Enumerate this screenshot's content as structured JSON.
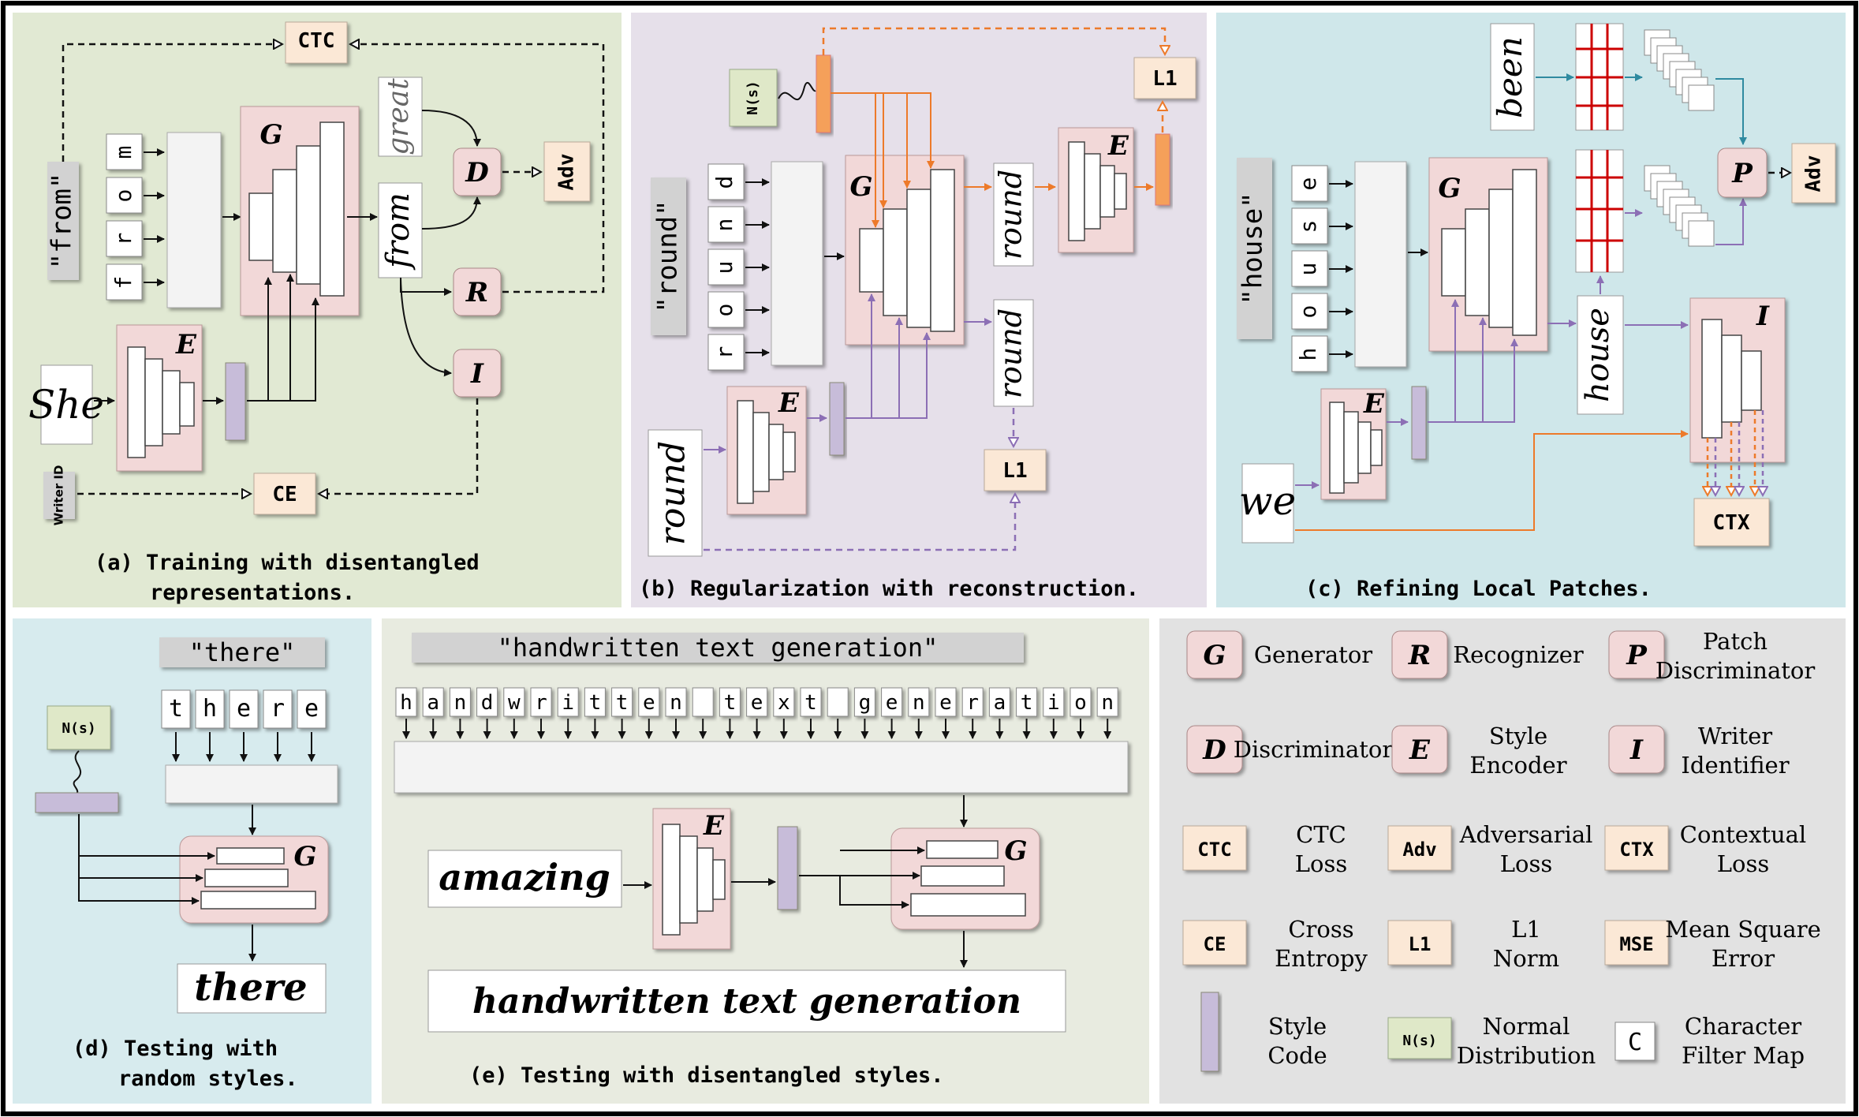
{
  "panels": {
    "a": {
      "caption_line1": "(a) Training with disentangled",
      "caption_line2": "representations.",
      "input_text": "\"from\"",
      "chars": [
        "m",
        "o",
        "r",
        "f"
      ],
      "writer_id": "Writer ID",
      "style_sample": "She",
      "gen_sample": "from",
      "real_sample": "great"
    },
    "b": {
      "caption": "(b) Regularization with reconstruction.",
      "input_text": "\"round\"",
      "chars": [
        "d",
        "n",
        "u",
        "o",
        "r"
      ],
      "noise": "N(s)",
      "style_sample": "round",
      "gen_sample_1": "round",
      "gen_sample_2": "round"
    },
    "c": {
      "caption": "(c) Refining Local Patches.",
      "input_text": "\"house\"",
      "chars": [
        "e",
        "s",
        "u",
        "o",
        "h"
      ],
      "style_sample": "we",
      "gen_sample": "house",
      "real_sample": "been"
    },
    "d": {
      "caption_line1": "(d) Testing with",
      "caption_line2": "random styles.",
      "input_text": "\"there\"",
      "chars": [
        "t",
        "h",
        "e",
        "r",
        "e"
      ],
      "noise": "N(s)",
      "output": "there"
    },
    "e": {
      "caption": "(e) Testing with disentangled styles.",
      "input_text": "\"handwritten text generation\"",
      "chars": [
        "h",
        "a",
        "n",
        "d",
        "w",
        "r",
        "i",
        "t",
        "t",
        "e",
        "n",
        "",
        "t",
        "e",
        "x",
        "t",
        "",
        "g",
        "e",
        "n",
        "e",
        "r",
        "a",
        "t",
        "i",
        "o",
        "n"
      ],
      "style_sample": "amazing",
      "output": "handwritten text generation"
    }
  },
  "modules": {
    "G": "G",
    "E": "E",
    "D": "D",
    "R": "R",
    "I": "I",
    "P": "P",
    "CTC": "CTC",
    "Adv": "Adv",
    "CE": "CE",
    "L1": "L1",
    "CTX": "CTX",
    "MSE": "MSE"
  },
  "legend": [
    {
      "sym": "G",
      "label1": "Generator",
      "label2": ""
    },
    {
      "sym": "R",
      "label1": "Recognizer",
      "label2": ""
    },
    {
      "sym": "P",
      "label1": "Patch",
      "label2": "Discriminator"
    },
    {
      "sym": "D",
      "label1": "Discriminator",
      "label2": ""
    },
    {
      "sym": "E",
      "label1": "Style",
      "label2": "Encoder"
    },
    {
      "sym": "I",
      "label1": "Writer",
      "label2": "Identifier"
    },
    {
      "sym": "CTC",
      "label1": "CTC",
      "label2": "Loss"
    },
    {
      "sym": "Adv",
      "label1": "Adversarial",
      "label2": "Loss"
    },
    {
      "sym": "CTX",
      "label1": "Contextual",
      "label2": "Loss"
    },
    {
      "sym": "CE",
      "label1": "Cross",
      "label2": "Entropy"
    },
    {
      "sym": "L1",
      "label1": "L1",
      "label2": "Norm"
    },
    {
      "sym": "MSE",
      "label1": "Mean Square",
      "label2": "Error"
    },
    {
      "sym": "",
      "label1": "Style",
      "label2": "Code"
    },
    {
      "sym": "N(s)",
      "label1": "Normal",
      "label2": "Distribution"
    },
    {
      "sym": "C",
      "label1": "Character",
      "label2": "Filter Map"
    }
  ],
  "colors": {
    "bg_a": "#e1e9d3",
    "bg_b": "#e6e0ea",
    "bg_c": "#cfe7ea",
    "bg_d": "#d7ebee",
    "bg_e": "#e8ebe0",
    "bg_legend": "#e2e2e2",
    "module_pink": "#f2d8d8",
    "loss_peach": "#fbe8d6",
    "noise_green": "#dfe8c8",
    "style_purple": "#c7bcd9",
    "orange": "#ed7a2a",
    "purple": "#8c6fb5",
    "teal": "#2f8aa0"
  }
}
